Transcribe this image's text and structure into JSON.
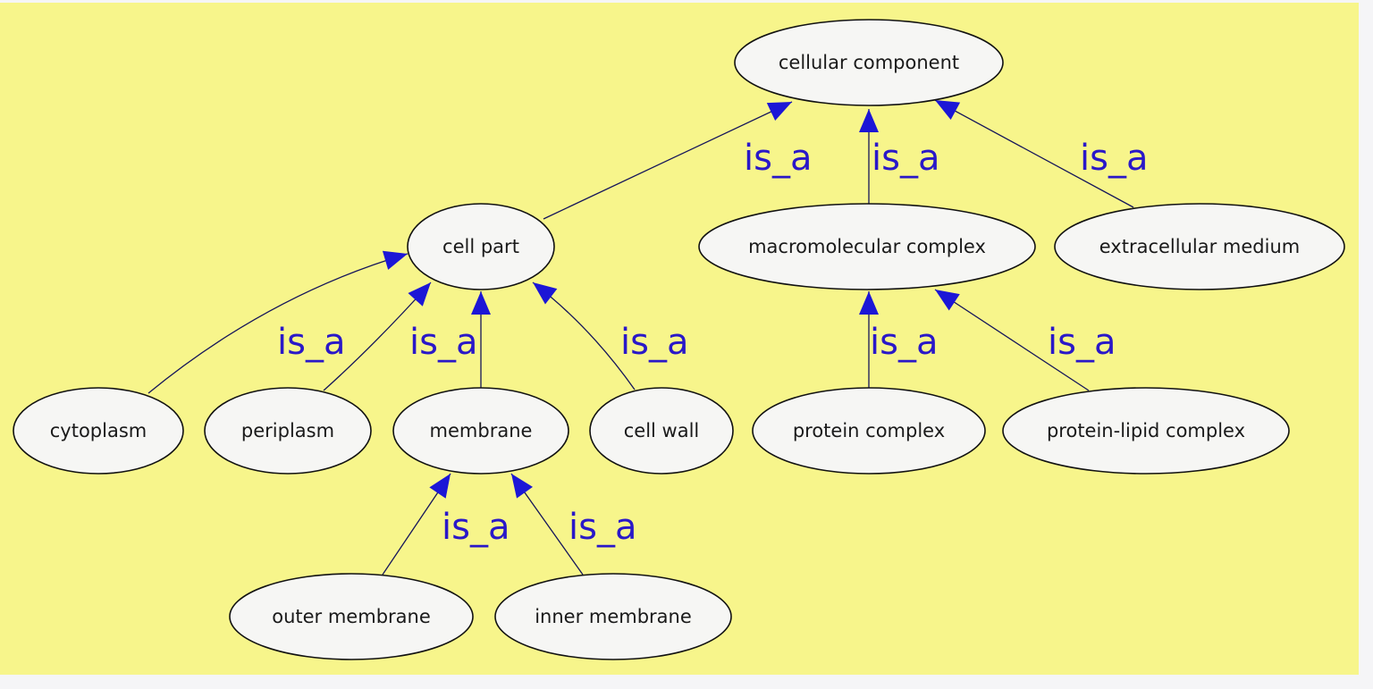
{
  "diagram": {
    "type": "ontology-graph",
    "relation_label": "is_a",
    "colors": {
      "background": "#f7f58b",
      "node_fill": "#f6f6f4",
      "node_stroke": "#111111",
      "edge_line": "#14145a",
      "arrowhead": "#1c16d6",
      "edge_label": "#2a18c8"
    },
    "nodes": [
      {
        "id": "cellular_component",
        "label": "cellular component"
      },
      {
        "id": "cell_part",
        "label": "cell part"
      },
      {
        "id": "macromolecular_complex",
        "label": "macromolecular complex"
      },
      {
        "id": "extracellular_medium",
        "label": "extracellular medium"
      },
      {
        "id": "cytoplasm",
        "label": "cytoplasm"
      },
      {
        "id": "periplasm",
        "label": "periplasm"
      },
      {
        "id": "membrane",
        "label": "membrane"
      },
      {
        "id": "cell_wall",
        "label": "cell wall"
      },
      {
        "id": "protein_complex",
        "label": "protein complex"
      },
      {
        "id": "protein_lipid_complex",
        "label": "protein-lipid complex"
      },
      {
        "id": "outer_membrane",
        "label": "outer membrane"
      },
      {
        "id": "inner_membrane",
        "label": "inner membrane"
      }
    ],
    "edges": [
      {
        "from": "cell_part",
        "to": "cellular_component",
        "label": "is_a"
      },
      {
        "from": "macromolecular_complex",
        "to": "cellular_component",
        "label": "is_a"
      },
      {
        "from": "extracellular_medium",
        "to": "cellular_component",
        "label": "is_a"
      },
      {
        "from": "cytoplasm",
        "to": "cell_part",
        "label": "is_a"
      },
      {
        "from": "periplasm",
        "to": "cell_part",
        "label": "is_a"
      },
      {
        "from": "membrane",
        "to": "cell_part",
        "label": "is_a"
      },
      {
        "from": "cell_wall",
        "to": "cell_part",
        "label": "is_a"
      },
      {
        "from": "protein_complex",
        "to": "macromolecular_complex",
        "label": "is_a"
      },
      {
        "from": "protein_lipid_complex",
        "to": "macromolecular_complex",
        "label": "is_a"
      },
      {
        "from": "outer_membrane",
        "to": "membrane",
        "label": "is_a"
      },
      {
        "from": "inner_membrane",
        "to": "membrane",
        "label": "is_a"
      }
    ]
  }
}
